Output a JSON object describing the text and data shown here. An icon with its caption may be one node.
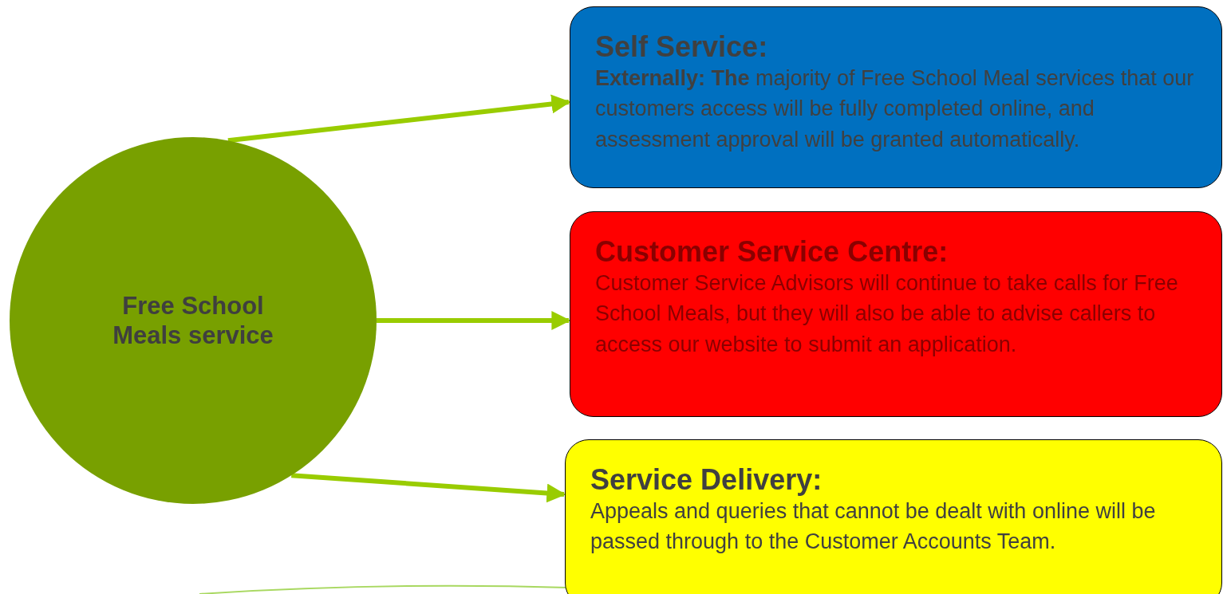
{
  "diagram": {
    "nodes": [
      {
        "text": [
          "Free School Meals service"
        ]
      },
      {
        "text": [
          "Self Service:",
          "**Externally: The** majority of Free School Meal services that our customers access will be fully completed online, and assessment approval will be granted automatically."
        ]
      },
      {
        "text": [
          "Customer Service Centre:",
          "Customer Service Advisors will continue to take calls for Free School Meals, but they will also be able to advise callers to access our website to submit an application."
        ]
      },
      {
        "text": [
          "Service Delivery:",
          "Appeals and queries that cannot be dealt with online will be passed through to the Customer Accounts Team."
        ]
      }
    ],
    "edges": [
      {
        "from": 0,
        "to": 1,
        "arrow": "to"
      },
      {
        "from": 0,
        "to": 2,
        "arrow": "to"
      },
      {
        "from": 0,
        "to": 3,
        "arrow": "to"
      }
    ]
  }
}
